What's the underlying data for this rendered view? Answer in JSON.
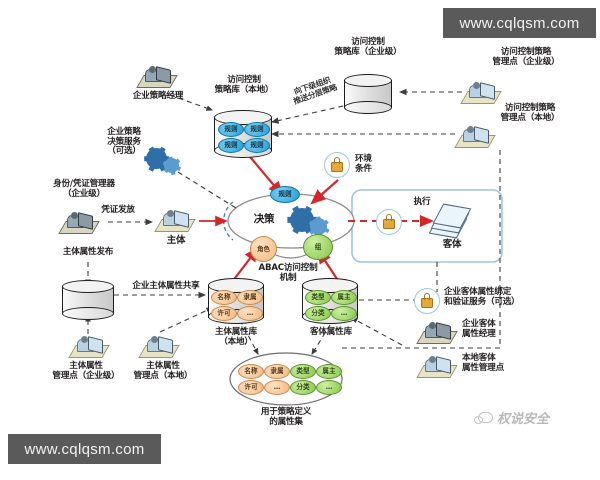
{
  "meta": {
    "title": "ABAC 访问控制机制架构图",
    "watermark_top": "www.cqlqsm.com",
    "watermark_bottom": "www.cqlqsm.com",
    "brand": "权说安全"
  },
  "nodes": {
    "enterprise_policy_manager": "企业策略经理",
    "local_policy_repo": "访问控制\n策略库（本地）",
    "enterprise_policy_repo": "访问控制\n策略库（企业级）",
    "policy_admin_point_enterprise": "访问控制策略\n管理点（企业级）",
    "policy_admin_point_local": "访问控制策略\n管理点（本地）",
    "enterprise_policy_decision_service": "企业策略\n决策服务\n（可选）",
    "identity_credential_manager": "身份/凭证管理器\n（企业级）",
    "subject": "主体",
    "decision": "决策",
    "environment_conditions": "环境\n条件",
    "abac_mechanism": "ABAC访问控制\n机制",
    "object": "客体",
    "subject_attr_publish": "主体属性发布",
    "subject_attr_repo_enterprise": "",
    "subject_attr_repo_local": "主体属性库\n（本地）",
    "subject_attr_admin_enterprise": "主体属性\n管理点（企业级）",
    "subject_attr_admin_local": "主体属性\n管理点（本地）",
    "object_attr_repo_local": "客体属性库",
    "policy_attribute_set": "用于策略定义\n的属性集",
    "enterprise_object_attr_service": "企业客体属性绑定\n和验证服务（可选）",
    "enterprise_object_attr_manager": "企业客体\n属性经理",
    "local_object_attr_admin": "本地客体\n属性管理点"
  },
  "edges": {
    "push_layered_policy": "向下级组织\n推送分层策略",
    "credential_issue": "凭证发放",
    "enterprise_subject_attr_share": "企业主体属性共享",
    "enforce": "执行"
  },
  "tokens": {
    "rule": "规则",
    "role": "角色",
    "group": "组",
    "name": "名称",
    "affiliation": "隶属",
    "permission": "许可",
    "ellipsis": "…",
    "type": "类型",
    "owner": "属主",
    "classification": "分类"
  },
  "colors": {
    "rule_blue": "#1f9bd4",
    "subject_attr_tan": "#f0b87e",
    "object_attr_green": "#86c64a",
    "arrow_red": "#d5272a",
    "arrow_gray": "#5d5d5d",
    "object_box_border": "#9dc6dd",
    "watermark_bg": "#5a5a5a"
  }
}
